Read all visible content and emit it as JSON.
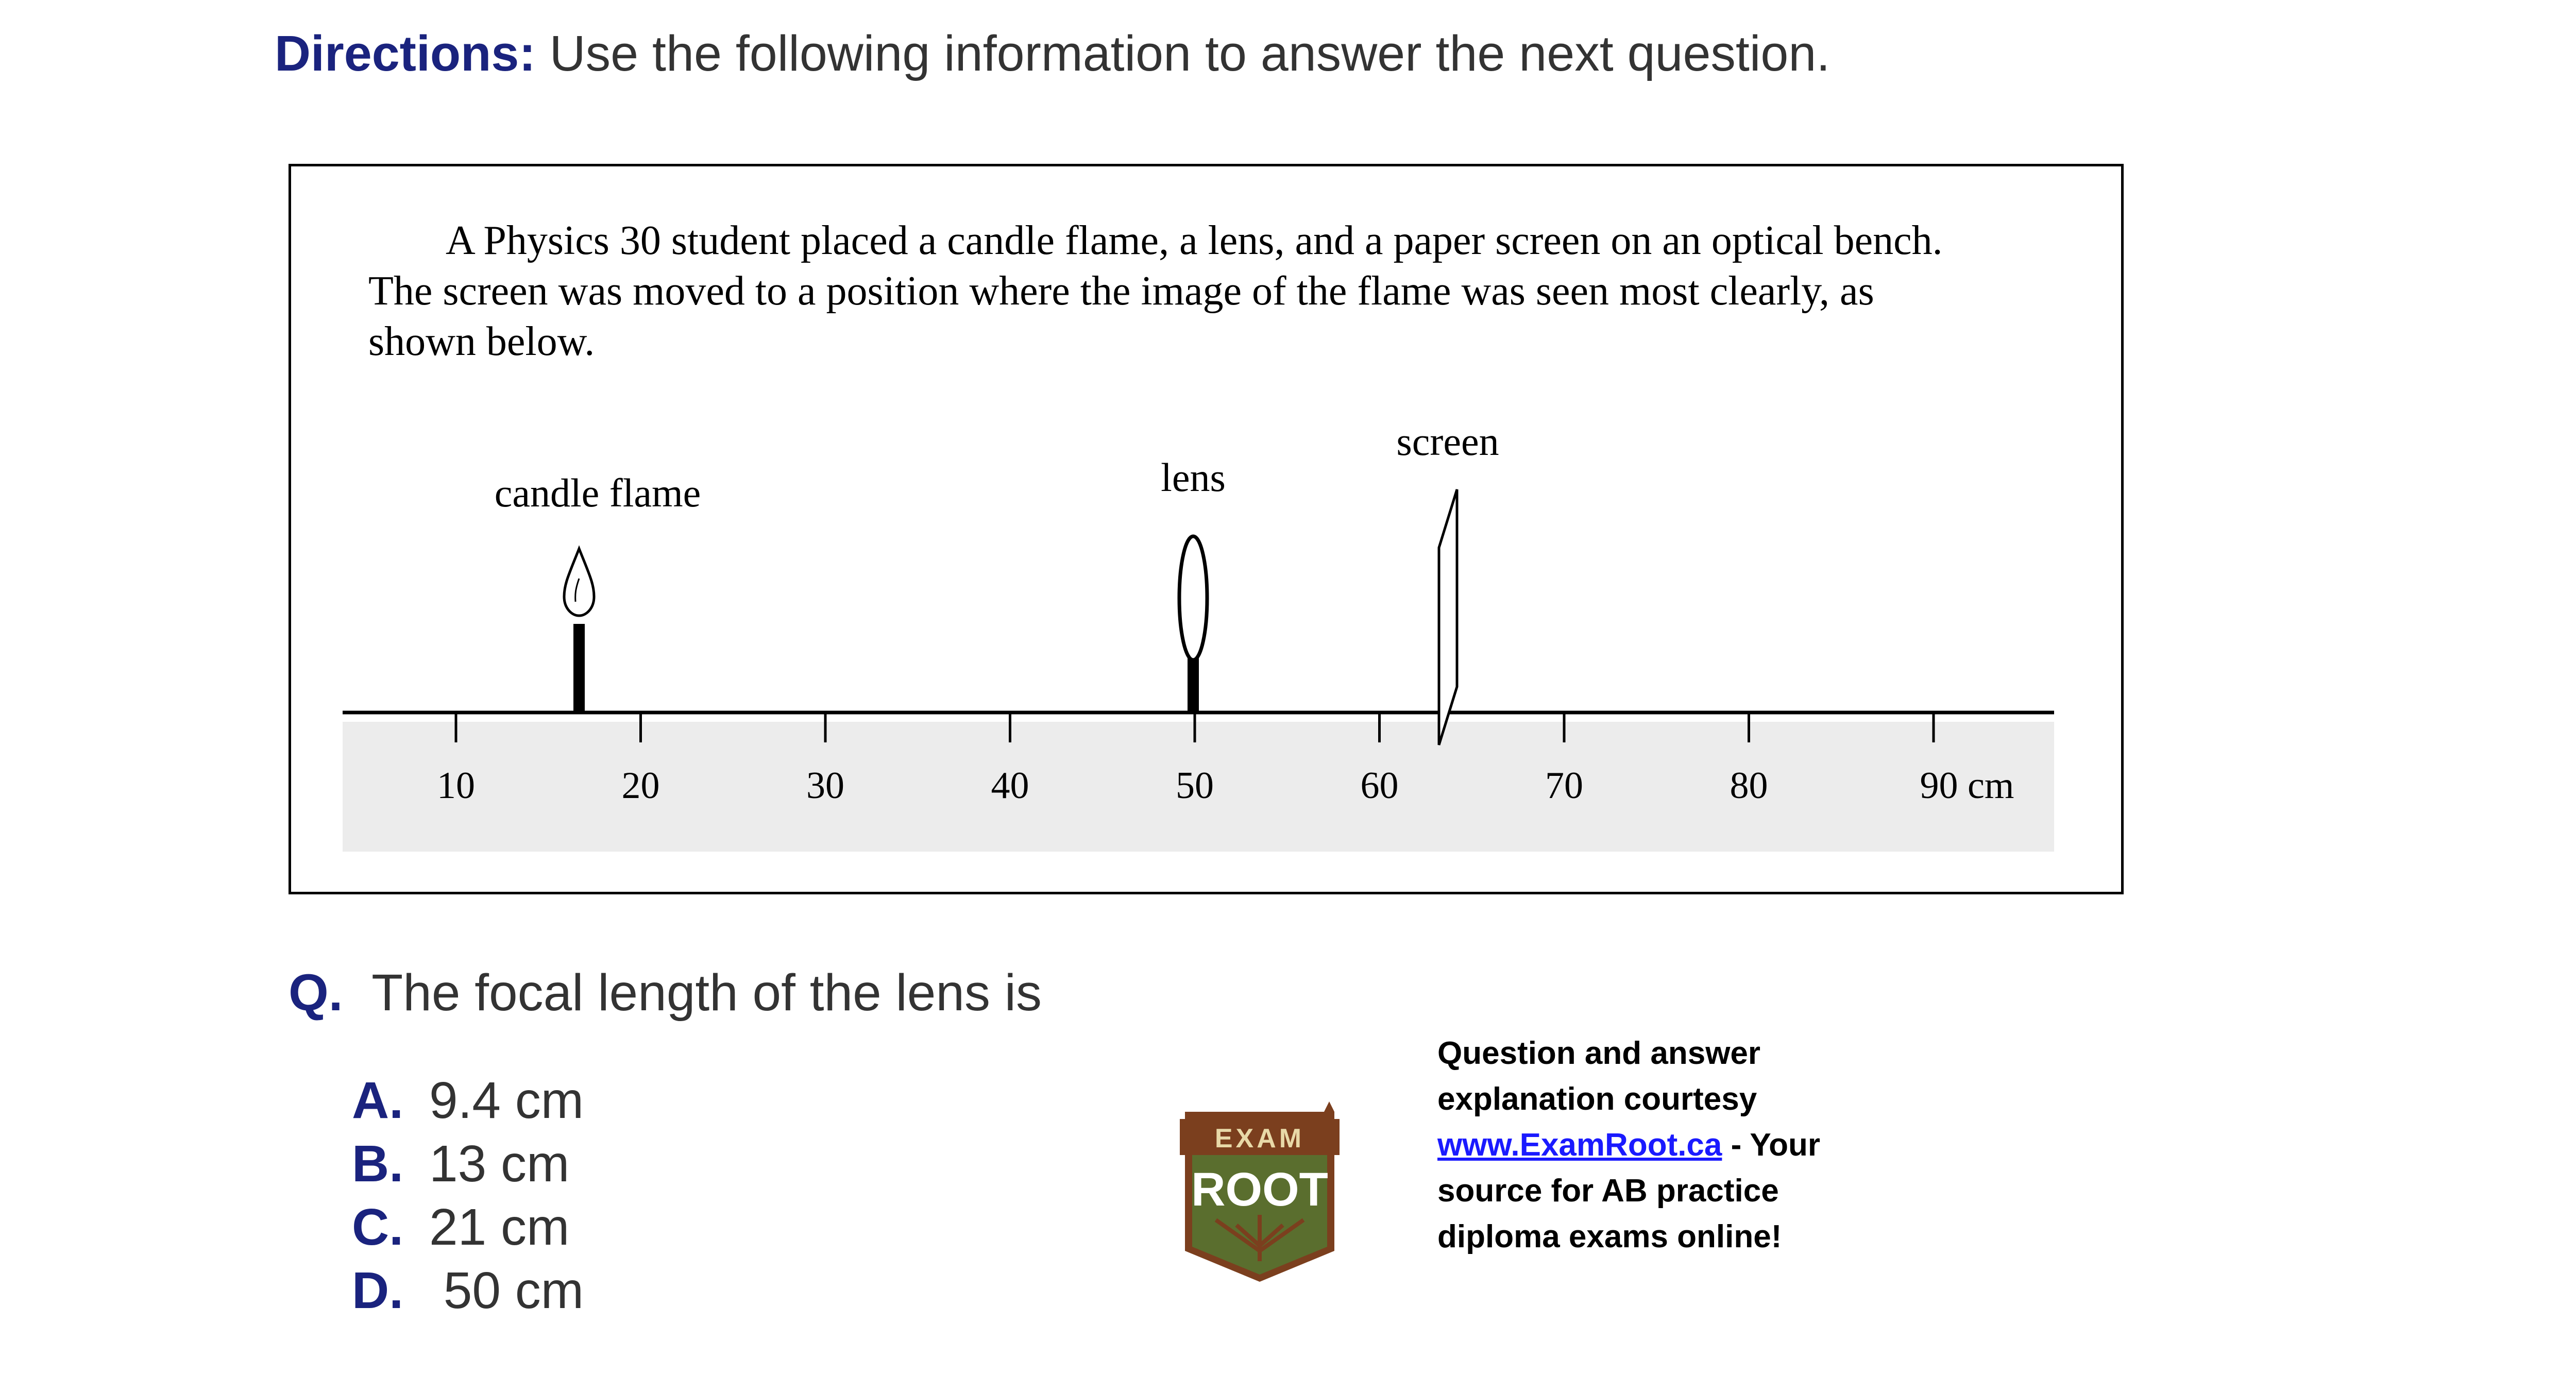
{
  "header": {
    "lead": "Directions:",
    "text": " Use the following information to answer the next question."
  },
  "passage": "A Physics 30 student placed a candle flame, a lens, and a paper screen on an optical bench. The screen was moved to a position where the image of the flame was seen most clearly, as shown below.",
  "diagram": {
    "labels": {
      "candle": "candle flame",
      "lens": "lens",
      "screen": "screen"
    },
    "ticks": [
      "10",
      "20",
      "30",
      "40",
      "50",
      "60",
      "70",
      "80",
      "90 cm"
    ],
    "unit": "cm"
  },
  "question": {
    "marker": "Q.",
    "text": "The focal length of the lens is"
  },
  "choices": [
    {
      "letter": "A.",
      "text": "9.4 cm"
    },
    {
      "letter": "B.",
      "text": "13 cm"
    },
    {
      "letter": "C.",
      "text": "21 cm"
    },
    {
      "letter": "D.",
      "text": " 50 cm"
    }
  ],
  "logo": {
    "top": "EXAM",
    "bottom": "ROOT"
  },
  "credit": {
    "line1": "Question and answer explanation courtesy ",
    "link": "www.ExamRoot.ca",
    "line2": " - Your source for AB practice diploma exams online!"
  },
  "colors": {
    "heading": "#1a237e",
    "link": "#1a1aff",
    "logo_green": "#5a6e2e",
    "logo_brown": "#7b3f1e"
  }
}
